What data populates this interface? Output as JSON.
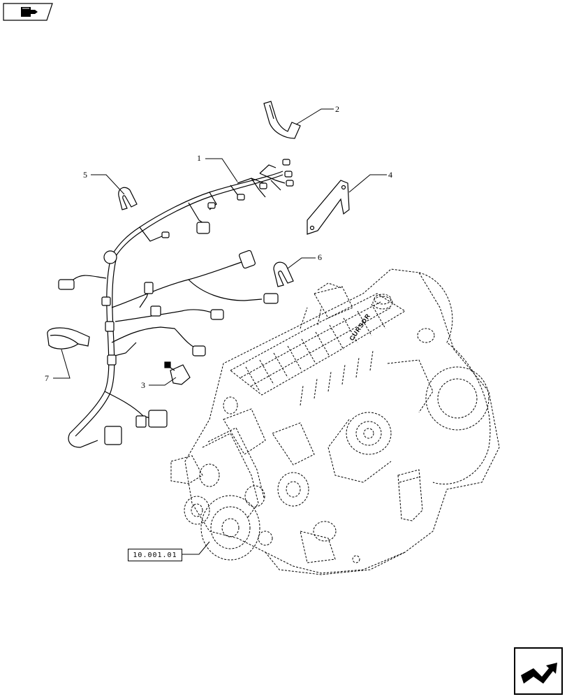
{
  "diagram": {
    "callouts": [
      {
        "id": "1",
        "label": "1"
      },
      {
        "id": "2",
        "label": "2"
      },
      {
        "id": "3",
        "label": "3"
      },
      {
        "id": "4",
        "label": "4"
      },
      {
        "id": "5",
        "label": "5"
      },
      {
        "id": "6",
        "label": "6"
      },
      {
        "id": "7",
        "label": "7"
      }
    ],
    "reference": "10.001.01",
    "engine_marking": "CURSOR"
  },
  "icons": {
    "top_tab": "book-arrow-icon",
    "bottom_nav": "next-page-arrow-icon"
  },
  "colors": {
    "ink": "#000000",
    "paper": "#ffffff"
  }
}
